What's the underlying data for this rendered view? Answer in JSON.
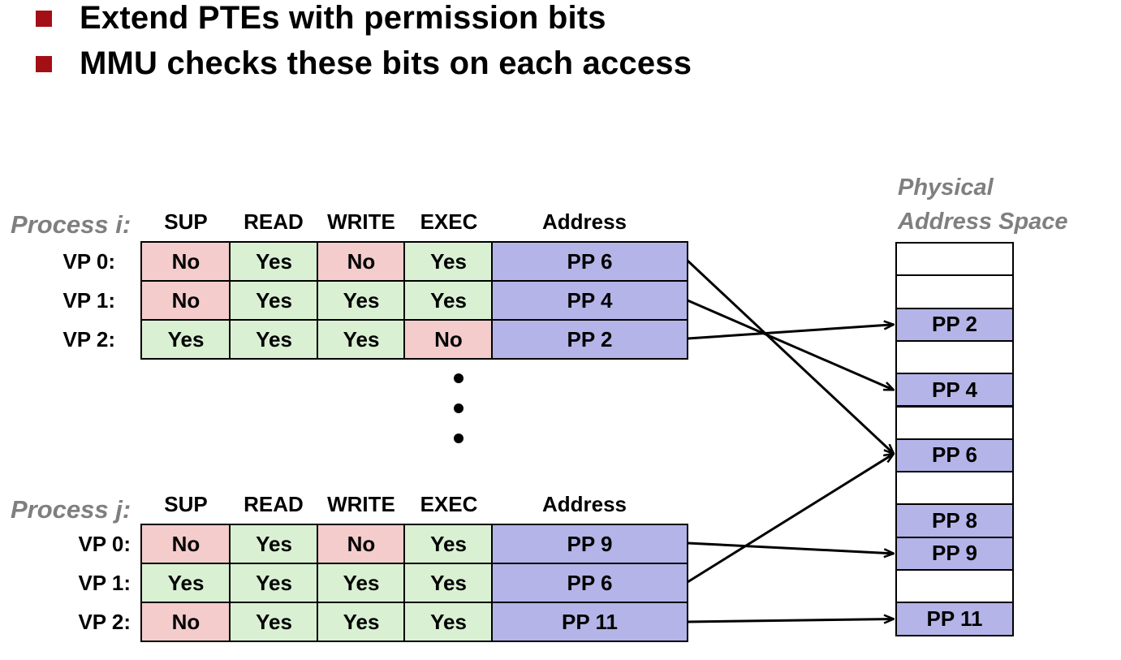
{
  "bullets": [
    "Extend PTEs with permission bits",
    "MMU checks these bits on each access"
  ],
  "columns": [
    "SUP",
    "READ",
    "WRITE",
    "EXEC",
    "Address"
  ],
  "colors": {
    "no_cell": "#f4cccc",
    "yes_cell": "#d9f0d3",
    "address_cell": "#b4b4e8",
    "bullet_square": "#a30f14",
    "gray_label": "#7f7f7f"
  },
  "process_i": {
    "label": "Process i:",
    "rows": [
      {
        "vp": "VP 0:",
        "sup": "No",
        "read": "Yes",
        "write": "No",
        "exec": "Yes",
        "address": "PP 6"
      },
      {
        "vp": "VP 1:",
        "sup": "No",
        "read": "Yes",
        "write": "Yes",
        "exec": "Yes",
        "address": "PP 4"
      },
      {
        "vp": "VP 2:",
        "sup": "Yes",
        "read": "Yes",
        "write": "Yes",
        "exec": "No",
        "address": "PP 2"
      }
    ]
  },
  "process_j": {
    "label": "Process j:",
    "rows": [
      {
        "vp": "VP 0:",
        "sup": "No",
        "read": "Yes",
        "write": "No",
        "exec": "Yes",
        "address": "PP 9"
      },
      {
        "vp": "VP 1:",
        "sup": "Yes",
        "read": "Yes",
        "write": "Yes",
        "exec": "Yes",
        "address": "PP 6"
      },
      {
        "vp": "VP 2:",
        "sup": "No",
        "read": "Yes",
        "write": "Yes",
        "exec": "Yes",
        "address": "PP 11"
      }
    ]
  },
  "physical_space": {
    "title_line1": "Physical",
    "title_line2": "Address Space",
    "slots": [
      "",
      "",
      "PP 2",
      "",
      "PP 4",
      "",
      "PP 6",
      "",
      "PP 8",
      "PP 9",
      "",
      "PP 11"
    ]
  }
}
